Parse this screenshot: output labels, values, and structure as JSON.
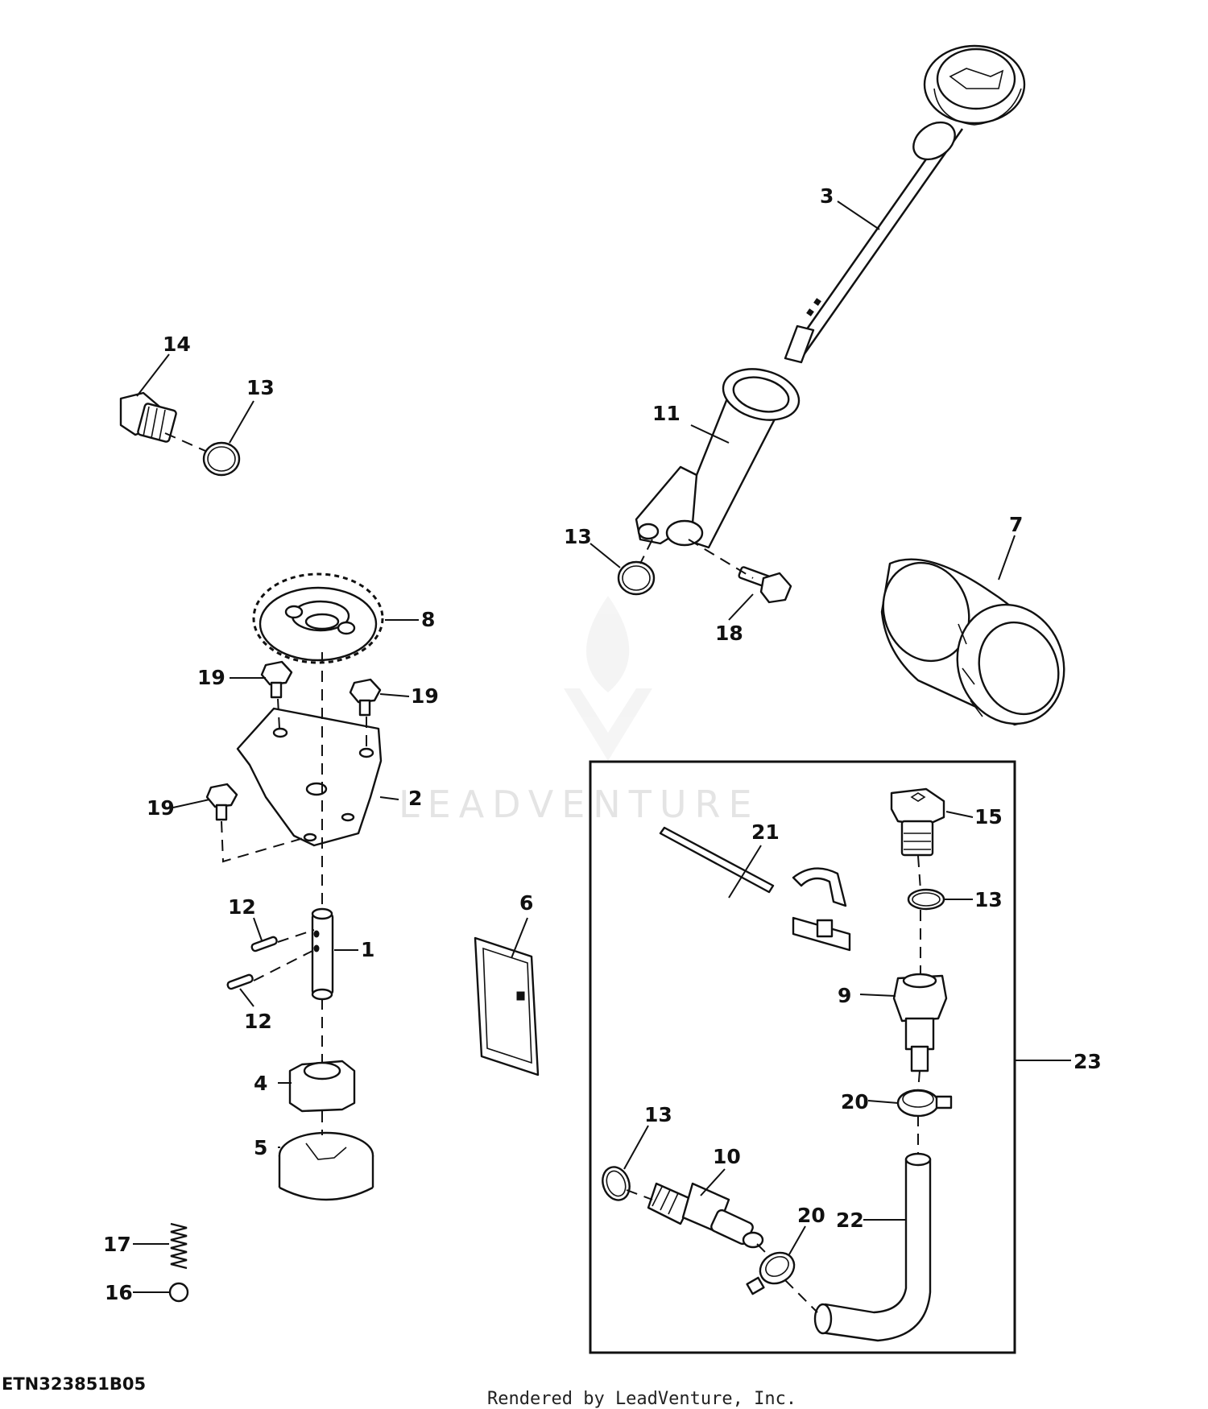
{
  "diagram": {
    "part_labels": {
      "p1": "1",
      "p2": "2",
      "p3": "3",
      "p4": "4",
      "p5": "5",
      "p6": "6",
      "p7": "7",
      "p8": "8",
      "p9": "9",
      "p10": "10",
      "p11": "11",
      "p12a": "12",
      "p12b": "12",
      "p13a": "13",
      "p13b": "13",
      "p13c": "13",
      "p13d": "13",
      "p14": "14",
      "p15": "15",
      "p16": "16",
      "p17": "17",
      "p18": "18",
      "p19a": "19",
      "p19b": "19",
      "p19c": "19",
      "p20a": "20",
      "p20b": "20",
      "p21": "21",
      "p22": "22",
      "p23": "23"
    },
    "watermark": "LEADVENTURE",
    "figure_code": "ETN323851B05",
    "credit": "Rendered by LeadVenture, Inc."
  },
  "colors": {
    "line": "#111111",
    "background": "#ffffff",
    "watermark": "#e4e4e4"
  }
}
